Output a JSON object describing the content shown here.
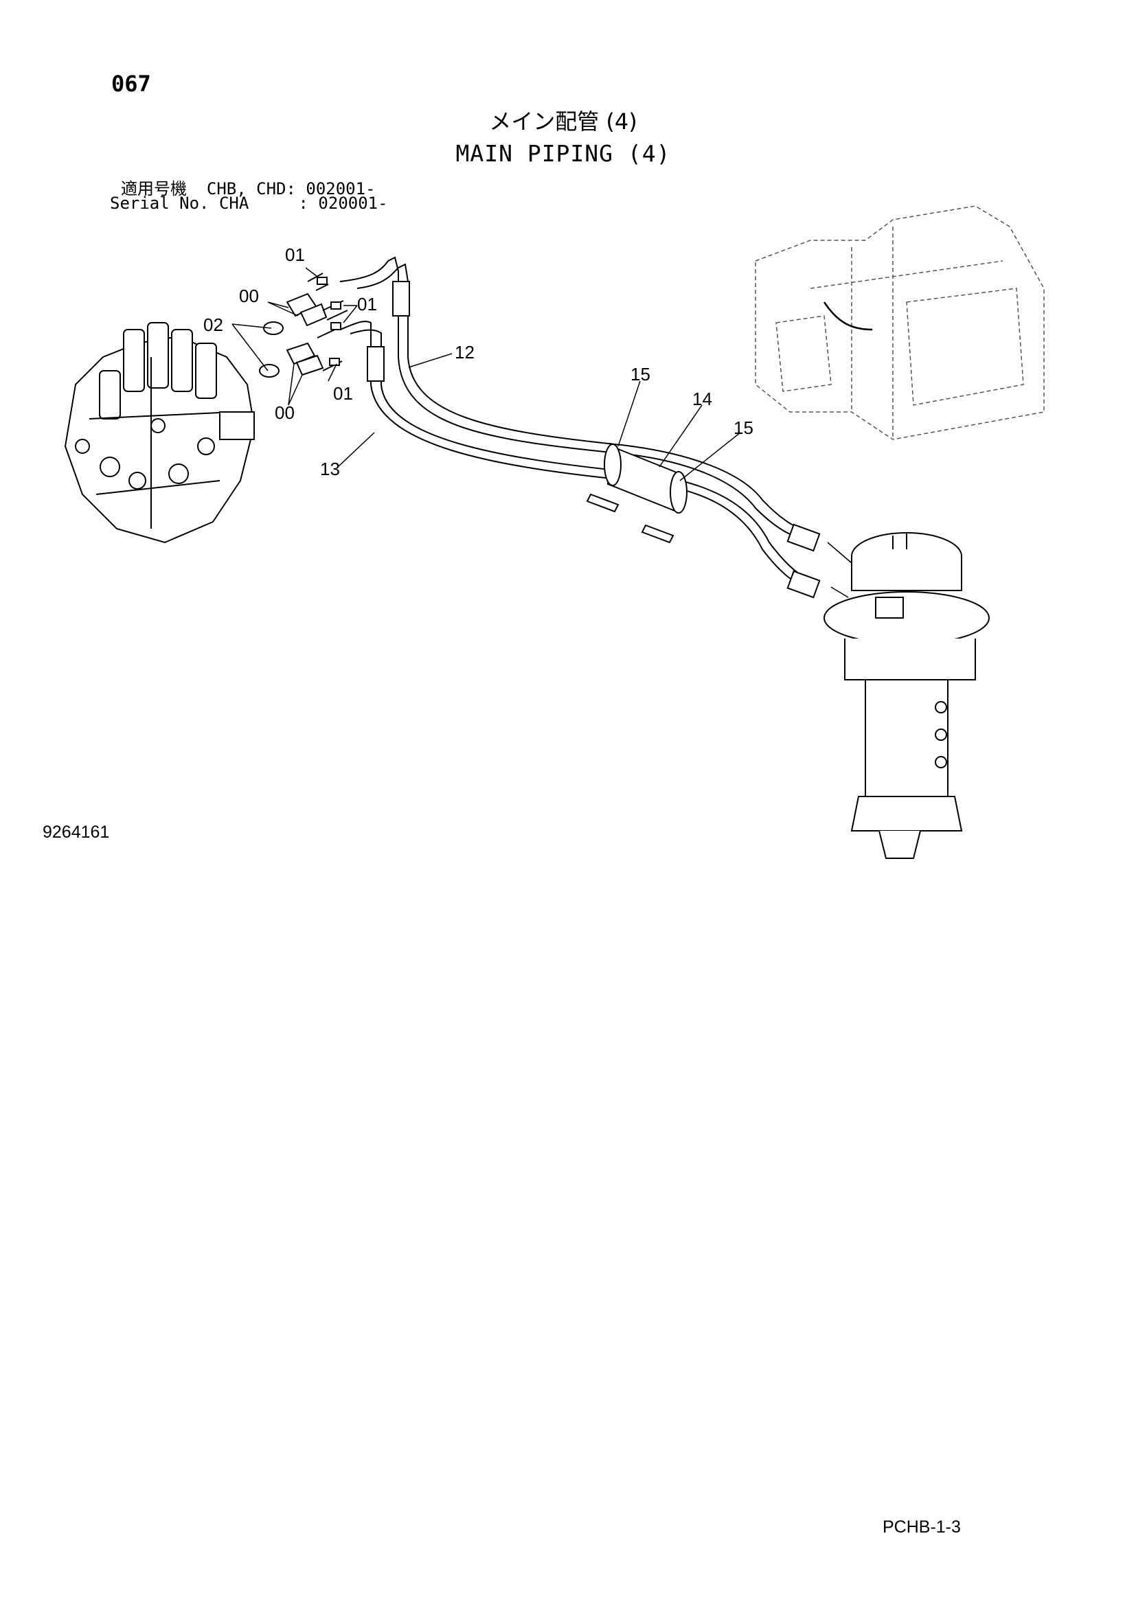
{
  "header": {
    "page_number": "067",
    "title_jp": "メイン配管 (4)",
    "title_en": "MAIN PIPING (4)",
    "serial_line_1": "適用号機  CHB, CHD: 002001-",
    "serial_line_2": "Serial No. CHA     : 020001-"
  },
  "callouts": {
    "c01_top": "01",
    "c00_top": "00",
    "c01_mid": "01",
    "c02": "02",
    "c12": "12",
    "c01_low": "01",
    "c00_low": "00",
    "c13": "13",
    "c15_left": "15",
    "c14": "14",
    "c15_right": "15"
  },
  "footer": {
    "drawing_number": "9264161",
    "page_code": "PCHB-1-3"
  }
}
